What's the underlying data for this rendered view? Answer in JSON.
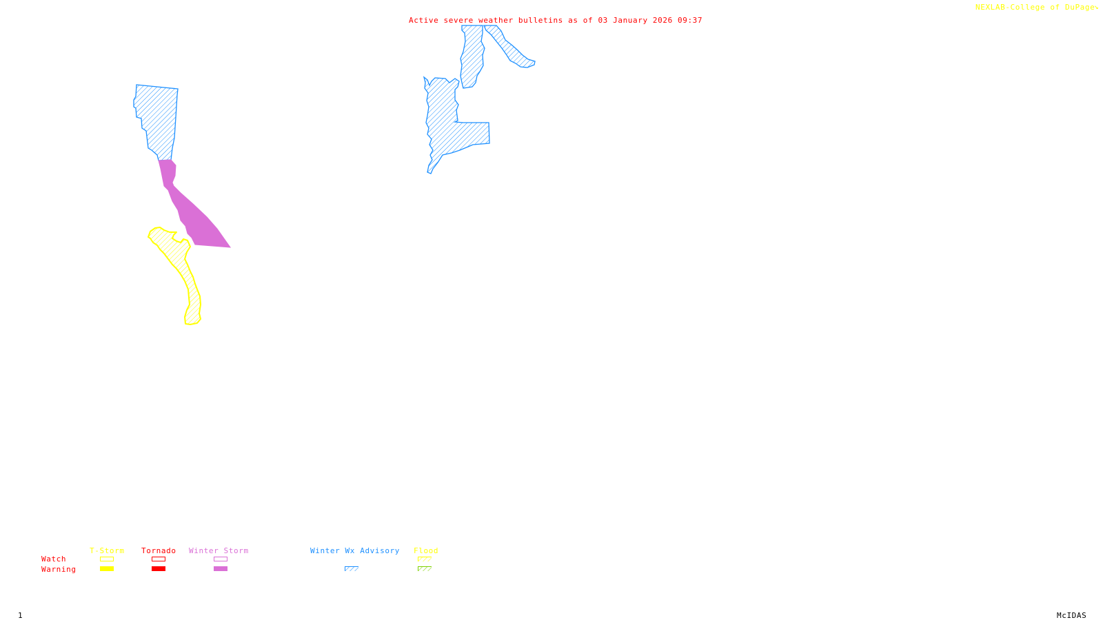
{
  "header": {
    "title": "Active severe weather bulletins as of 03 January 2026 09:37",
    "credit": "NEXLAB-College of DuPage",
    "credit_icon": "link-arrow-icon"
  },
  "footer": {
    "frame_number": "1",
    "software": "McIDAS"
  },
  "colors": {
    "title": "#ff0000",
    "credit": "#ffff00",
    "tstorm": "#ffff00",
    "tornado": "#ff0000",
    "winter_storm": "#da70d6",
    "winter_wx_advisory": "#1e90ff",
    "flood_watch": "#ffff00",
    "flood_warning": "#7fd000",
    "row_labels": "#ff0000"
  },
  "legend": {
    "row_labels": [
      "Watch",
      "Warning"
    ],
    "columns": [
      {
        "key": "tstorm",
        "label": "T-Storm",
        "watch": "outline",
        "warning": "solid"
      },
      {
        "key": "tornado",
        "label": "Tornado",
        "watch": "outline",
        "warning": "solid"
      },
      {
        "key": "winter_storm",
        "label": "Winter Storm",
        "watch": "outline",
        "warning": "solid"
      },
      {
        "key": "winter_wx_advisory",
        "label": "Winter Wx Advisory",
        "watch": null,
        "warning": "hatched"
      },
      {
        "key": "flood",
        "label": "Flood",
        "watch": "hatched",
        "warning": "hatched"
      }
    ]
  },
  "bulletins": [
    {
      "type": "Winter Wx Advisory",
      "style": "hatched",
      "region": "west-north"
    },
    {
      "type": "Winter Storm Warning",
      "style": "solid",
      "region": "west-central"
    },
    {
      "type": "Flood Watch",
      "style": "hatched",
      "region": "west-south"
    },
    {
      "type": "Winter Wx Advisory",
      "style": "hatched",
      "region": "north-central"
    },
    {
      "type": "Winter Wx Advisory",
      "style": "hatched",
      "region": "north-central-east"
    }
  ]
}
